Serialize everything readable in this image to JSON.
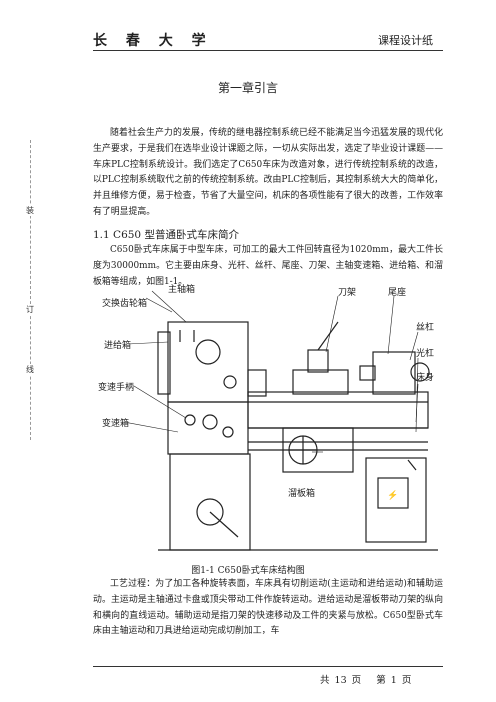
{
  "header": {
    "university": "长 春 大 学",
    "doc_type": "课程设计纸"
  },
  "binding": {
    "zhuang": "装",
    "ding": "订",
    "xian": "线"
  },
  "chapter_title": "第一章引言",
  "intro_paragraph": "随着社会生产力的发展，传统的继电器控制系统已经不能满足当今迅猛发展的现代化生产要求，于是我们在选毕业设计课题之际，一切从实际出发，选定了毕业设计课题——车床PLC控制系统设计。我们选定了C650车床为改造对象，进行传统控制系统的改造，以PLC控制系统取代之前的传统控制系统。改由PLC控制后，其控制系统大大的简单化，并且维修方便，易于检查，节省了大量空间，机床的各项性能有了很大的改善，工作效率有了明显提高。",
  "section_title": "1.1 C650 型普通卧式车床简介",
  "section_paragraph": "C650卧式车床属于中型车床，可加工的最大工件回转直径为1020mm，最大工件长度为30000mm。它主要由床身、光杆、丝杆、尾座、刀架、主轴变速箱、进给箱、和溜板箱等组成，如图1-1。",
  "figure": {
    "labels": {
      "spindle_box": "主轴箱",
      "change_gear": "交换齿轮箱",
      "feed_box": "进给箱",
      "speed_handle": "变速手柄",
      "speed_box": "变速箱",
      "tool_rest": "刀架",
      "tailstock": "尾座",
      "lead_screw": "丝杠",
      "feed_rod": "光杠",
      "bed": "床身",
      "apron": "溜板箱"
    },
    "caption": "图1-1 C650卧式车床结构图"
  },
  "process_paragraph": "工艺过程：为了加工各种旋转表面，车床具有切削运动(主运动和进给运动)和辅助运动。主运动是主轴通过卡盘或顶尖带动工件作旋转运动。进给运动是溜板带动刀架的纵向和横向的直线运动。辅助运动是指刀架的快速移动及工件的夹紧与放松。C650型卧式车床由主轴运动和刀具进给运动完成切削加工，车",
  "footer": {
    "total_label": "共",
    "total_pages": "13",
    "page_unit": "页",
    "page_label": "第",
    "page_number": "1",
    "page_unit2": "页"
  }
}
